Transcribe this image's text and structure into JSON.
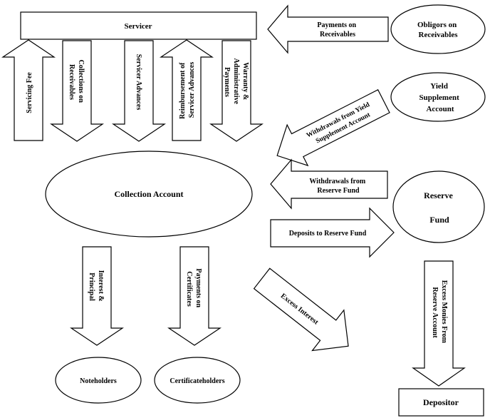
{
  "nodes": {
    "servicer": "Servicer",
    "obligors": [
      "Obligors on",
      "Receivables"
    ],
    "yield_supplement": [
      "Yield",
      "Supplement",
      "Account"
    ],
    "collection_account": "Collection Account",
    "reserve_fund": [
      "Reserve",
      "Fund"
    ],
    "noteholders": "Noteholders",
    "certificateholders": "Certificateholders",
    "depositor": "Depositor"
  },
  "flows": {
    "payments_on_receivables": [
      "Payments on",
      "Receivables"
    ],
    "servicing_fee": "Servicing Fee",
    "collections_on_receivables": [
      "Collections on",
      "Receivables"
    ],
    "servicer_advances": "Servicer Advances",
    "reimbursement": [
      "Reimbursement of",
      "Servicer Advances"
    ],
    "warranty": [
      "Warranty &",
      "Administrative",
      "Payments"
    ],
    "withdrawals_yield": [
      "Withdrawals from Yield",
      "Supplement Account"
    ],
    "withdrawals_reserve": [
      "Withdrawals from",
      "Reserve Fund"
    ],
    "deposits_reserve": "Deposits to Reserve Fund",
    "interest_principal": [
      "Interest &",
      "Principal"
    ],
    "payments_certificates": [
      "Payments on",
      "Certificates"
    ],
    "excess_interest": "Excess Interest",
    "excess_monies": [
      "Excess Monies From",
      "Reserve Account"
    ]
  }
}
